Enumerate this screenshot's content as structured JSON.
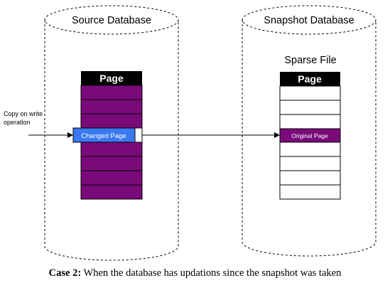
{
  "source_db": {
    "title": "Source Database",
    "header": "Page",
    "changed_label": "Changed Page",
    "copy_label_line1": "Copy on write",
    "copy_label_line2": "operation"
  },
  "snapshot_db": {
    "title": "Snapshot Database",
    "subtitle": "Sparse File",
    "header": "Page",
    "original_label": "Original Page"
  },
  "caption": {
    "label": "Case 2:",
    "text": " When the database has updations since the snapshot was taken"
  },
  "colors": {
    "source_page": "#7a0a7a",
    "changed_page": "#3a78ef",
    "original_page": "#7a0a7a",
    "header_bg": "#000000",
    "outline": "#000000"
  }
}
